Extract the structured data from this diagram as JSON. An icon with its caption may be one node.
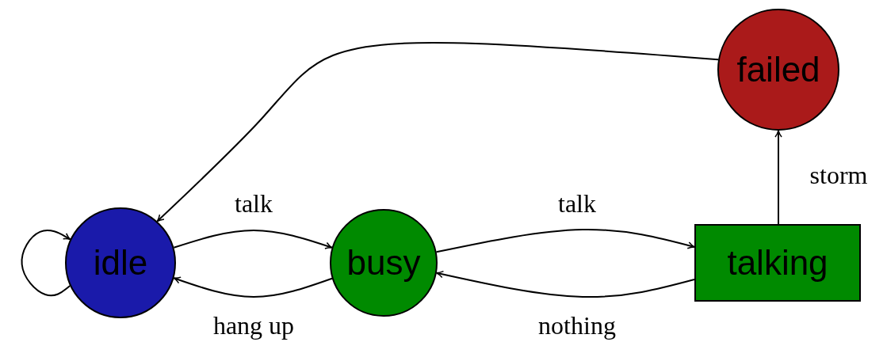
{
  "diagram": {
    "nodes": [
      {
        "text": [
          "idle"
        ]
      },
      {
        "text": [
          "busy"
        ]
      },
      {
        "text": [
          "talking"
        ]
      },
      {
        "text": [
          "failed"
        ]
      }
    ],
    "edges": [
      {
        "from": 0,
        "to": 0,
        "arrow": "to"
      },
      {
        "from": 0,
        "to": 1,
        "arrow": "to",
        "label": "talk"
      },
      {
        "from": 1,
        "to": 0,
        "arrow": "to",
        "label": "hang up"
      },
      {
        "from": 1,
        "to": 2,
        "arrow": "to",
        "label": "talk"
      },
      {
        "from": 2,
        "to": 1,
        "arrow": "to",
        "label": "nothing"
      },
      {
        "from": 2,
        "to": 3,
        "arrow": "to",
        "label": "storm"
      },
      {
        "from": 3,
        "to": 0,
        "arrow": "to"
      }
    ]
  }
}
